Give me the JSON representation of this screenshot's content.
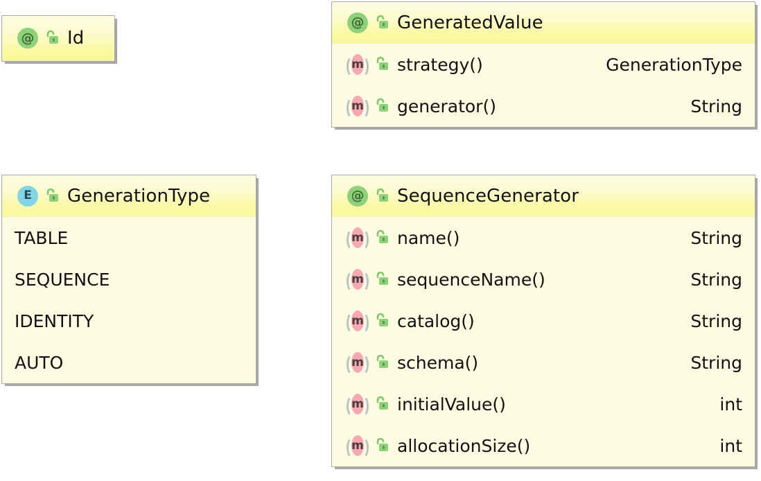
{
  "diagram": {
    "kind": "uml-class-diagram",
    "background": "#ffffff",
    "colors": {
      "header_gradient_top": "#fdfce4",
      "header_gradient_bottom": "#faf79c",
      "body": "#fdfce2",
      "border": "#a9a9a9",
      "shadow": "#969696",
      "annotation_icon": "#8fd07a",
      "method_icon": "#f6a8b0",
      "enum_icon": "#84d4e8",
      "lock_icon": "#8fd07a",
      "text": "#111111"
    }
  },
  "boxes": {
    "id": {
      "title": "Id",
      "stereotype_icon": "annotation-icon",
      "visibility_icon": "unlocked-padlock-icon",
      "members": []
    },
    "generated_value": {
      "title": "GeneratedValue",
      "stereotype_icon": "annotation-icon",
      "visibility_icon": "unlocked-padlock-icon",
      "members": [
        {
          "icon": "method-icon",
          "visibility_icon": "unlocked-padlock-icon",
          "name": "strategy()",
          "type": "GenerationType"
        },
        {
          "icon": "method-icon",
          "visibility_icon": "unlocked-padlock-icon",
          "name": "generator()",
          "type": "String"
        }
      ]
    },
    "generation_type": {
      "title": "GenerationType",
      "stereotype_icon": "enum-icon",
      "visibility_icon": "unlocked-padlock-icon",
      "members": [
        {
          "name": "TABLE"
        },
        {
          "name": "SEQUENCE"
        },
        {
          "name": "IDENTITY"
        },
        {
          "name": "AUTO"
        }
      ]
    },
    "sequence_generator": {
      "title": "SequenceGenerator",
      "stereotype_icon": "annotation-icon",
      "visibility_icon": "unlocked-padlock-icon",
      "members": [
        {
          "icon": "method-icon",
          "visibility_icon": "unlocked-padlock-icon",
          "name": "name()",
          "type": "String"
        },
        {
          "icon": "method-icon",
          "visibility_icon": "unlocked-padlock-icon",
          "name": "sequenceName()",
          "type": "String"
        },
        {
          "icon": "method-icon",
          "visibility_icon": "unlocked-padlock-icon",
          "name": "catalog()",
          "type": "String"
        },
        {
          "icon": "method-icon",
          "visibility_icon": "unlocked-padlock-icon",
          "name": "schema()",
          "type": "String"
        },
        {
          "icon": "method-icon",
          "visibility_icon": "unlocked-padlock-icon",
          "name": "initialValue()",
          "type": "int"
        },
        {
          "icon": "method-icon",
          "visibility_icon": "unlocked-padlock-icon",
          "name": "allocationSize()",
          "type": "int"
        }
      ]
    }
  },
  "glyphs": {
    "annotation": "@",
    "enum": "E",
    "method": "m"
  }
}
